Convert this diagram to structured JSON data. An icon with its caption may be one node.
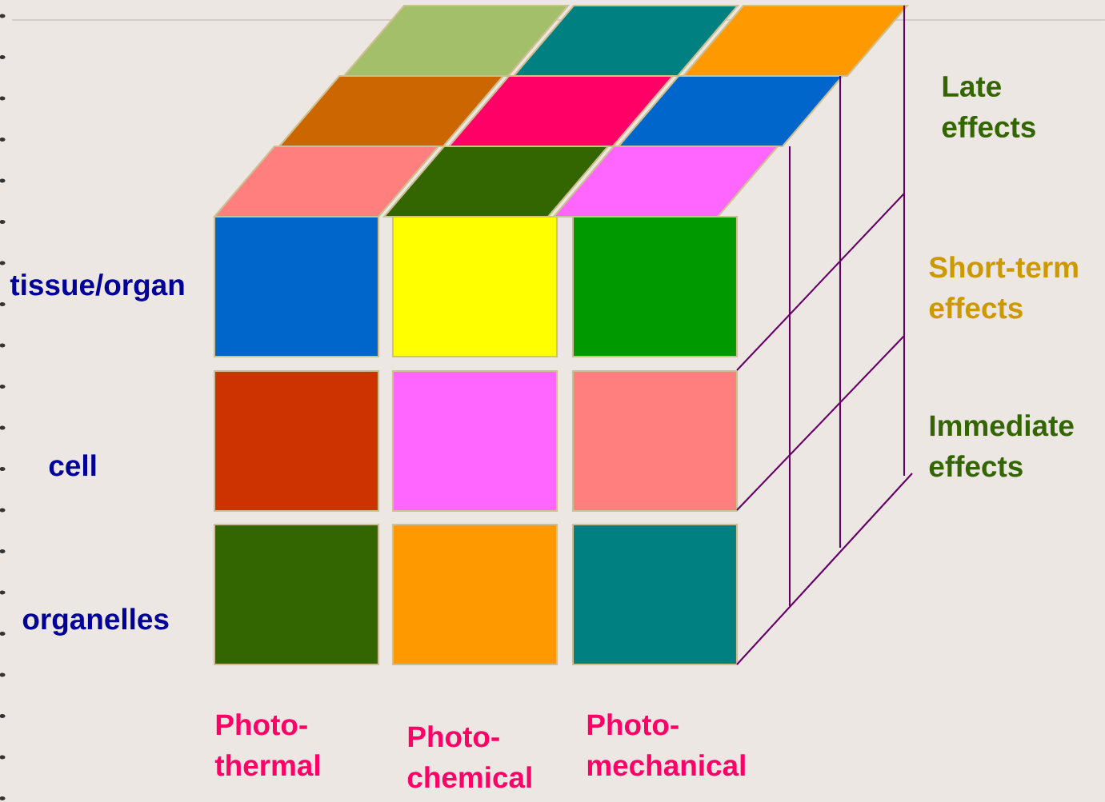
{
  "diagram": {
    "labels": [
      "Late effects",
      "Short-term effects",
      "tissue/organ",
      "Immediate effects",
      "cell",
      "organelles",
      "Photo- thermal",
      "Photo- chemical",
      "Photo- mechanical"
    ]
  }
}
